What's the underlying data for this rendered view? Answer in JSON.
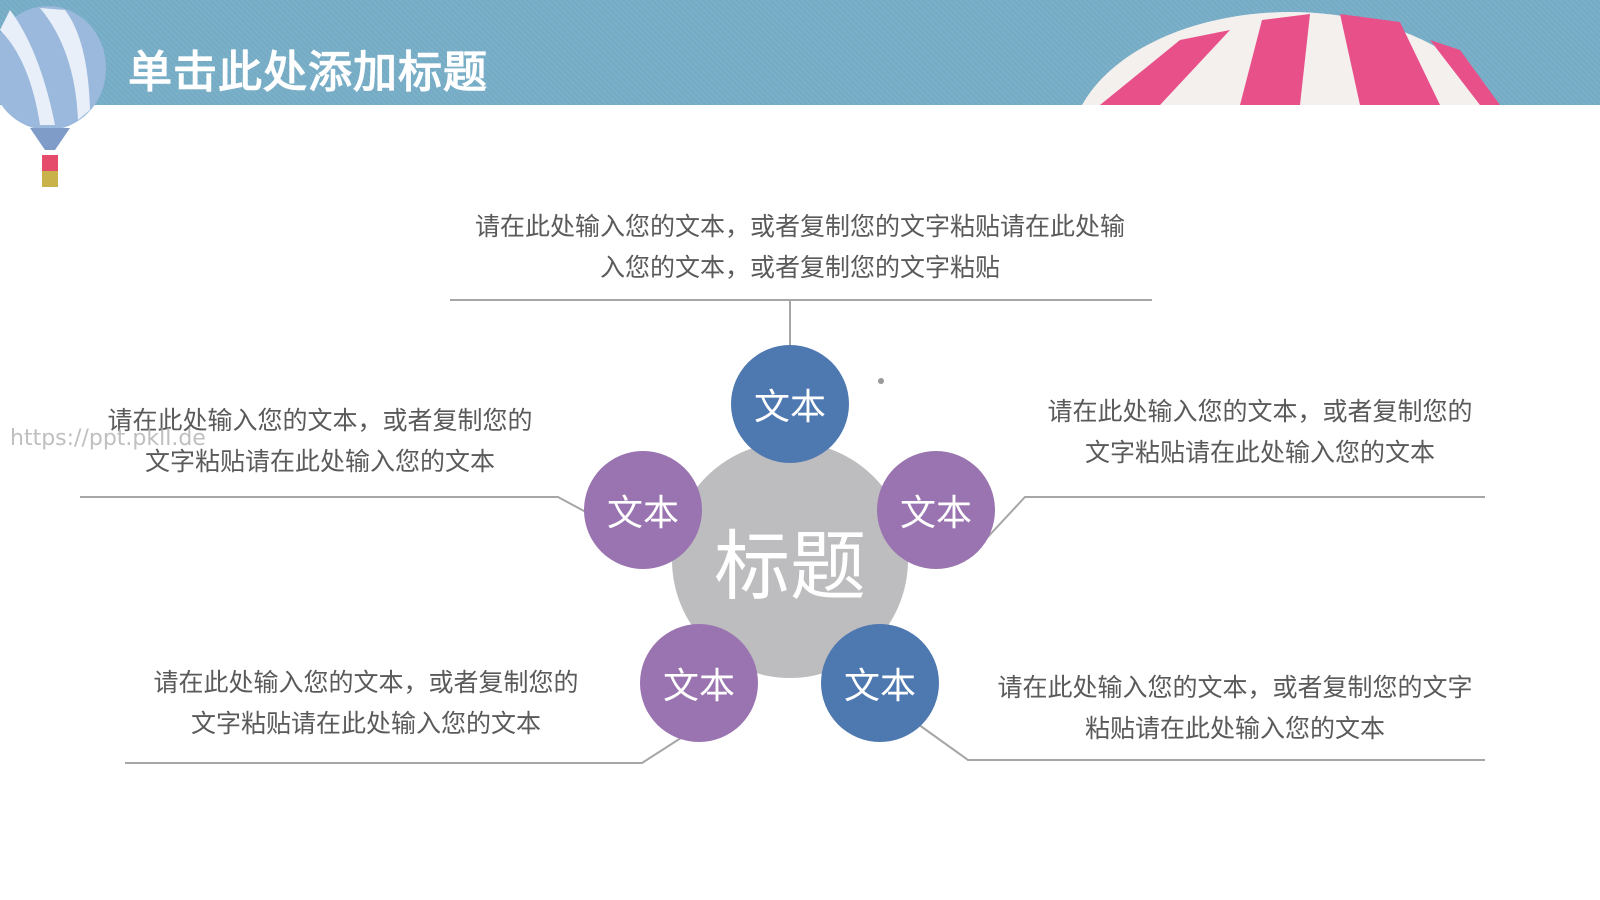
{
  "header": {
    "title": "单击此处添加标题"
  },
  "diagram": {
    "center_label": "标题",
    "nodes": [
      {
        "label": "文本",
        "color": "#4e78b0",
        "text_line1": "请在此处输入您的文本，或者复制您的文字粘贴请在此处输",
        "text_line2": "入您的文本，或者复制您的文字粘贴"
      },
      {
        "label": "文本",
        "color": "#9a74b0",
        "text_line1": "请在此处输入您的文本，或者复制您的",
        "text_line2": "文字粘贴请在此处输入您的文本"
      },
      {
        "label": "文本",
        "color": "#9a74b0",
        "text_line1": "请在此处输入您的文本，或者复制您的",
        "text_line2": "文字粘贴请在此处输入您的文本"
      },
      {
        "label": "文本",
        "color": "#9a74b0",
        "text_line1": "请在此处输入您的文本，或者复制您的",
        "text_line2": "文字粘贴请在此处输入您的文本"
      },
      {
        "label": "文本",
        "color": "#4e78b0",
        "text_line1": "请在此处输入您的文本，或者复制您的文字",
        "text_line2": "粘贴请在此处输入您的文本"
      }
    ]
  },
  "watermark": "https://ppt.pkll.de",
  "colors": {
    "header": "#74abc5",
    "center": "#bdbdbf",
    "lines": "#a6a6a6",
    "text": "#5a5a5a"
  }
}
